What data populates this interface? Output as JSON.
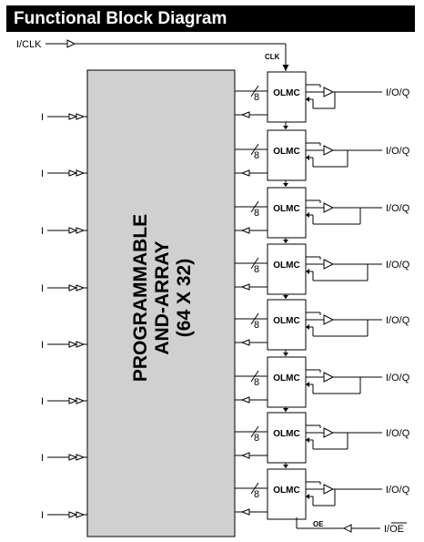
{
  "title": "Functional Block Diagram",
  "clock_input": "I/CLK",
  "clk_label": "CLK",
  "oe_label": "OE",
  "oe_pin": "I/OE",
  "input_label": "I",
  "bus_width": "8",
  "olmc_label": "OLMC",
  "io_label": "I/O/Q",
  "array_label": [
    "PROGRAMMABLE",
    "AND-ARRAY",
    "(64 X 32)"
  ],
  "olmc_count": 8,
  "input_count": 8
}
